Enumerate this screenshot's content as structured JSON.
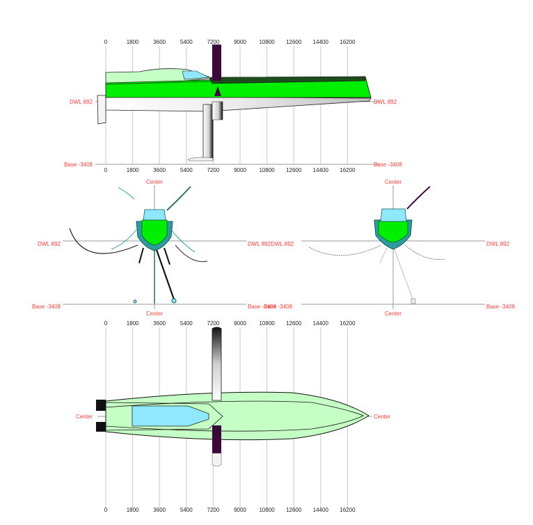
{
  "ticks": [
    "0",
    "1800",
    "3600",
    "5400",
    "7200",
    "9000",
    "10800",
    "12600",
    "14400",
    "16200"
  ],
  "labels": {
    "dwl": "DWL 892",
    "base": "Base -3408",
    "center": "Center",
    "dwl_pair": "DWL 892DWL 892",
    "base_pair_overlap": "Base -3408"
  },
  "colors": {
    "hull_green": "#00ee00",
    "light_green": "#c6ffc6",
    "cockpit_cyan": "#8fe8ff",
    "teal": "#2c9c9c",
    "foil_purple": "#3a0a3a",
    "label_red": "#e8413c",
    "grid_gray": "#c8c8c8"
  },
  "views": [
    "profile-view",
    "body-plan-front",
    "body-plan-rear",
    "plan-view"
  ]
}
